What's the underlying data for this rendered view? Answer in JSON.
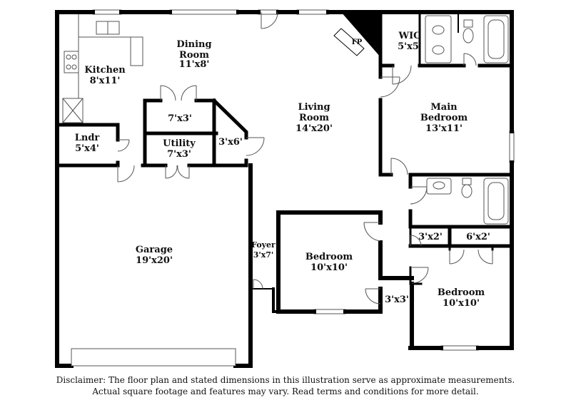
{
  "rooms": {
    "dining": {
      "name": "Dining\nRoom",
      "dim": "11'x8'"
    },
    "kitchen": {
      "name": "Kitchen",
      "dim": "8'x11'"
    },
    "living": {
      "name": "Living\nRoom",
      "dim": "14'x20'"
    },
    "wic": {
      "name": "WIC",
      "dim": "5'x5'"
    },
    "main_bedroom": {
      "name": "Main\nBedroom",
      "dim": "13'x11'"
    },
    "closet_7x3": {
      "dim": "7'x3'"
    },
    "utility": {
      "name": "Utility",
      "dim": "7'x3'"
    },
    "closet_3x6": {
      "dim": "3'x6'"
    },
    "laundry": {
      "name": "Lndr",
      "dim": "5'x4'"
    },
    "garage": {
      "name": "Garage",
      "dim": "19'x20'"
    },
    "foyer": {
      "name": "Foyer",
      "dim": "3'x7'"
    },
    "bedroom_center": {
      "name": "Bedroom",
      "dim": "10'x10'"
    },
    "bedroom_right": {
      "name": "Bedroom",
      "dim": "10'x10'"
    },
    "closet_3x2": {
      "dim": "3'x2'"
    },
    "closet_6x2": {
      "dim": "6'x2'"
    },
    "closet_3x3": {
      "dim": "3'x3'"
    },
    "fireplace": {
      "name": "FP"
    }
  },
  "disclaimer": {
    "line1": "Disclaimer: The floor plan and stated dimensions in this illustration serve as approximate measurements.",
    "line2": "Actual square footage and features may vary. Read terms and conditions for more detail."
  }
}
